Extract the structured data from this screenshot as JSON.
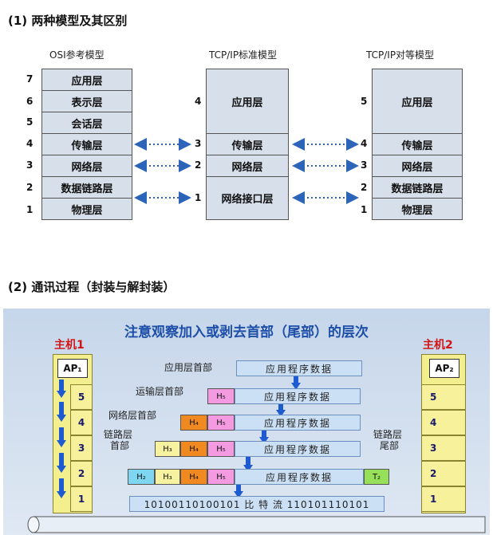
{
  "section1": {
    "title": "(1) 两种模型及其区别",
    "col_osi": "OSI参考模型",
    "col_tcpip": "TCP/IP标准模型",
    "col_peer": "TCP/IP对等模型",
    "osi_layers": [
      "应用层",
      "表示层",
      "会话层",
      "传输层",
      "网络层",
      "数据链路层",
      "物理层"
    ],
    "osi_numbers": [
      "7",
      "6",
      "5",
      "4",
      "3",
      "2",
      "1"
    ],
    "tcpip_layers": [
      "应用层",
      "传输层",
      "网络层",
      "网络接口层"
    ],
    "tcpip_numbers": [
      "4",
      "3",
      "2",
      "1"
    ],
    "peer_layers": [
      "应用层",
      "传输层",
      "网络层",
      "数据链路层",
      "物理层"
    ],
    "peer_numbers": [
      "5",
      "4",
      "3",
      "2",
      "1"
    ]
  },
  "section2": {
    "title": "(2) 通讯过程（封装与解封装）",
    "banner": "注意观察加入或剥去首部（尾部）的层次",
    "host1": "主机1",
    "host2": "主机2",
    "ap1": "AP₁",
    "ap2": "AP₂",
    "stack_numbers": [
      "5",
      "4",
      "3",
      "2",
      "1"
    ],
    "app_header": "应用层首部",
    "transport_header": "运输层首部",
    "network_header": "网络层首部",
    "link_header_1": "链路层",
    "link_header_2": "首部",
    "link_trailer_1": "链路层",
    "link_trailer_2": "尾部",
    "app_data": "应用程序数据",
    "bits": "10100110100101 比 特 流 110101110101",
    "h5": "H₅",
    "h4": "H₄",
    "h3": "H₃",
    "h2": "H₂",
    "t2": "T₂"
  },
  "colors": {
    "h5": "#f39ae0",
    "h4": "#f08a20",
    "h3": "#f7f2a0",
    "h2": "#7fd6f0",
    "t2": "#96e05a"
  }
}
